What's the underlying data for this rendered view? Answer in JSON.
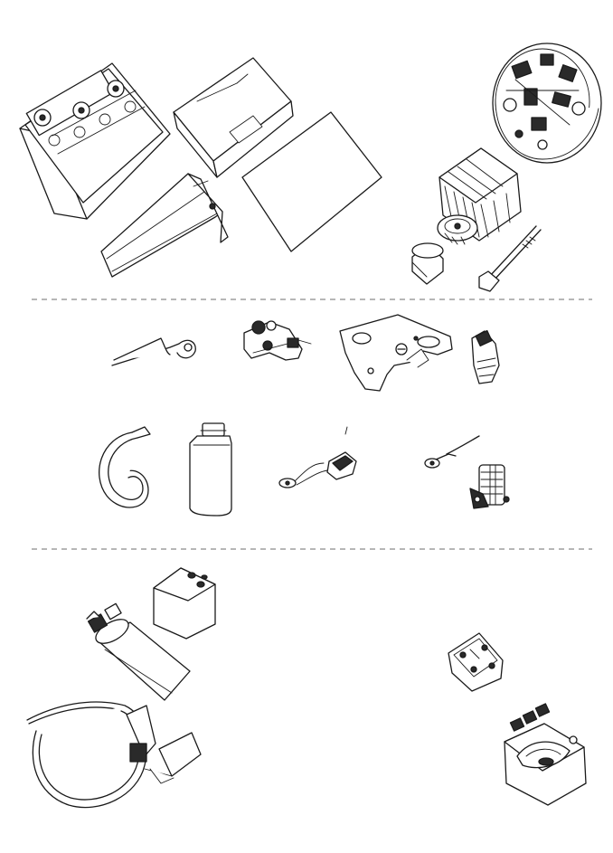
{
  "sheet": {
    "sections": [
      "top",
      "middle",
      "bottom"
    ],
    "colors": {
      "ink": "#1a1a1a",
      "separator": "#8a8a8a",
      "background": "#ffffff"
    }
  },
  "parts": [
    "battery-icon",
    "battery-cover-icon",
    "battery-pad-icon",
    "battery-hold-down-icon",
    "starter-end-frame-icon",
    "starter-armature-icon",
    "starter-bushing-icon",
    "through-bolt-icon",
    "ground-strap-icon",
    "contact-points-icon",
    "breaker-plate-icon",
    "rotor-icon",
    "cable-clip-icon",
    "fluid-bottle-icon",
    "condenser-icon",
    "ignition-coil-icon",
    "ballast-block-icon",
    "starter-solenoid-icon",
    "plug-wire-harness-icon",
    "terminal-block-icon",
    "voltage-regulator-icon"
  ]
}
